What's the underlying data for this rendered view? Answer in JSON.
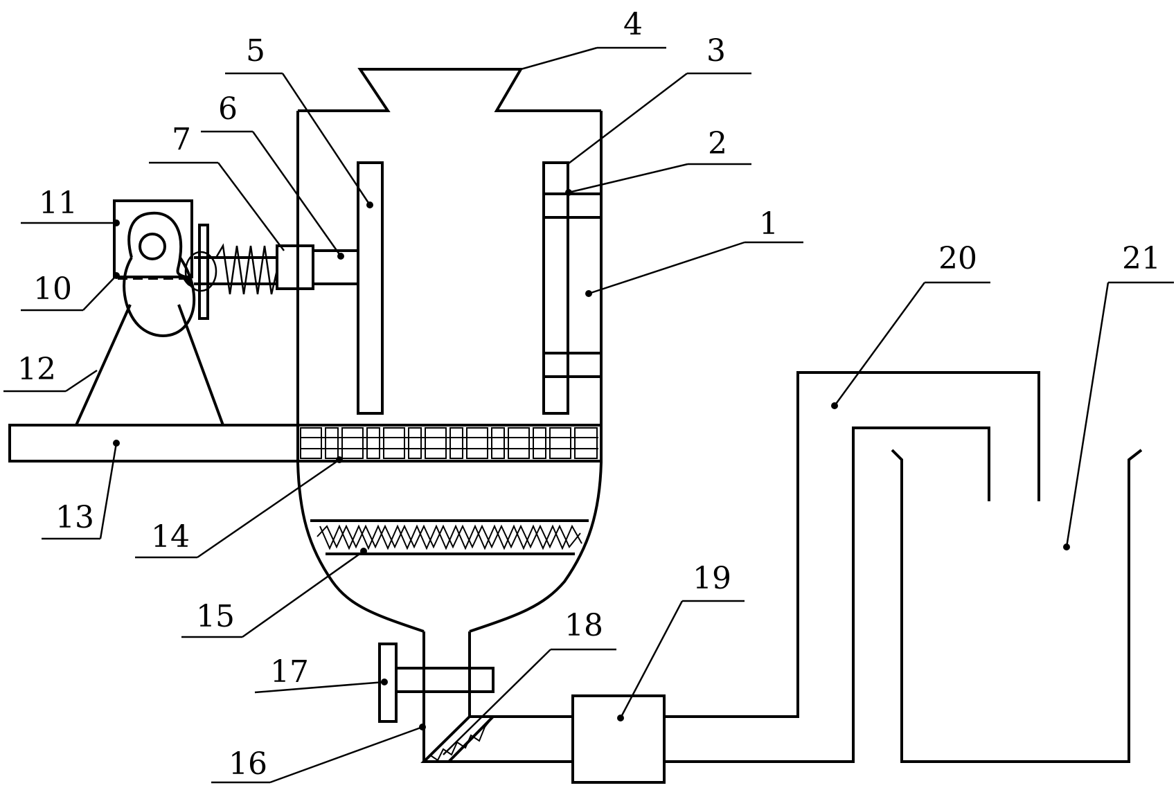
{
  "labels": {
    "l1": "1",
    "l2": "2",
    "l3": "3",
    "l4": "4",
    "l5": "5",
    "l6": "6",
    "l7": "7",
    "l10": "10",
    "l11": "11",
    "l12": "12",
    "l13": "13",
    "l14": "14",
    "l15": "15",
    "l16": "16",
    "l17": "17",
    "l18": "18",
    "l19": "19",
    "l20": "20",
    "l21": "21"
  }
}
